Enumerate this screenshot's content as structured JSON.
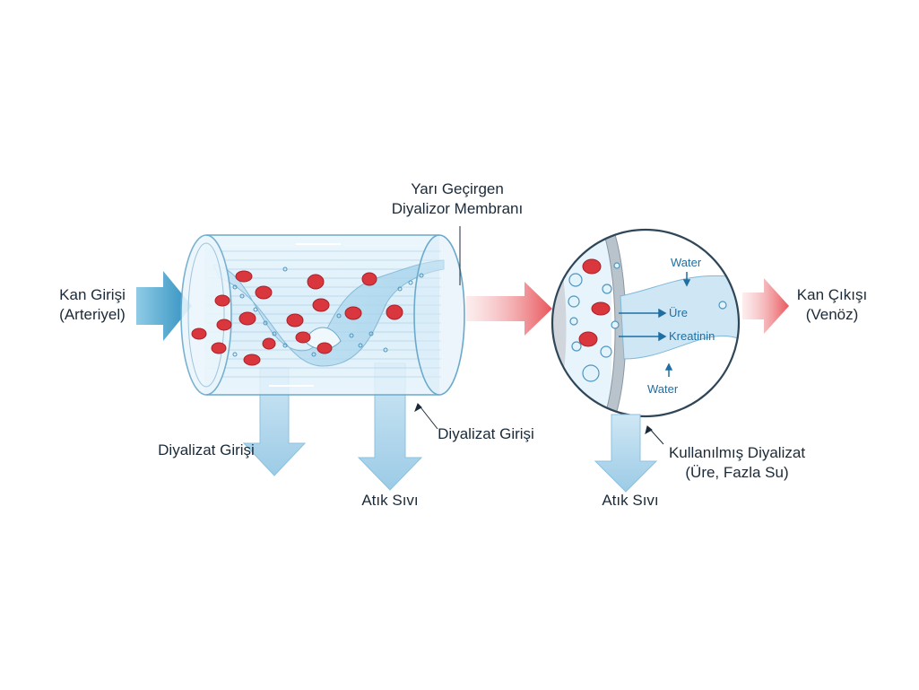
{
  "labels": {
    "membrane": [
      "Yarı Geçirgen",
      "Diyalizor Membranı"
    ],
    "blood_in": [
      "Kan Girişi",
      "(Arteriyel)"
    ],
    "blood_out": [
      "Kan Çıkışı",
      "(Venöz)"
    ],
    "dialysate_in_left": "Diyalizat Girişi",
    "dialysate_in_right": "Diyalizat Girişi",
    "waste_left": "Atık Sıvı",
    "waste_right": "Atık Sıvı",
    "used_dialysate": [
      "Kullanılmış Diyalizat",
      "(Üre, Fazla Su)"
    ],
    "water_top": "Water",
    "water_bottom": "Water",
    "urea": "Üre",
    "creatinine": "Kreatinin"
  },
  "colors": {
    "blue_arrow": "#3f9fc8",
    "light_blue_arrow": "#a9d3ea",
    "red_arrow": "#e8555b",
    "red_cell": "#d9363e",
    "cylinder": "#dff0fa",
    "outline": "#6aa9cc"
  }
}
